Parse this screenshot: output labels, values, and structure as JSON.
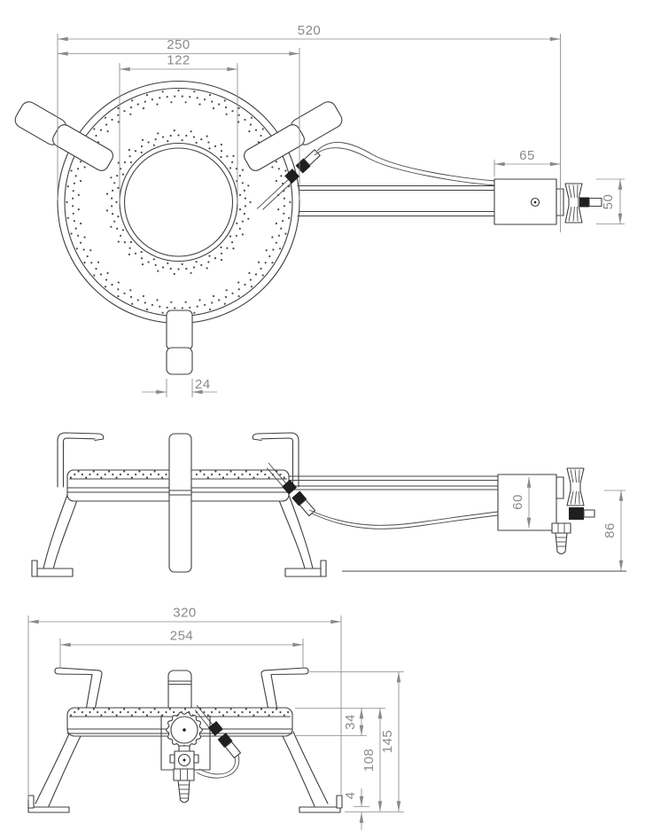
{
  "drawing": {
    "colors": {
      "line": "#3f3f3f",
      "dimension": "#8a8a8a",
      "solid_fill": "#1f1f1f",
      "background": "#ffffff"
    },
    "top_view": {
      "dimensions": {
        "overall_width": "520",
        "burner_diameter": "250",
        "inner_ring_diameter": "122",
        "valve_body_length": "65",
        "valve_body_width": "50",
        "leg_width": "24"
      }
    },
    "side_view": {
      "dimensions": {
        "valve_body_height": "60",
        "inlet_height": "86"
      }
    },
    "front_view": {
      "dimensions": {
        "foot_span": "320",
        "pan_support_span": "254",
        "burner_head_thickness": "34",
        "burner_top_height": "108",
        "overall_height": "145",
        "foot_plate_thickness": "4"
      }
    }
  }
}
